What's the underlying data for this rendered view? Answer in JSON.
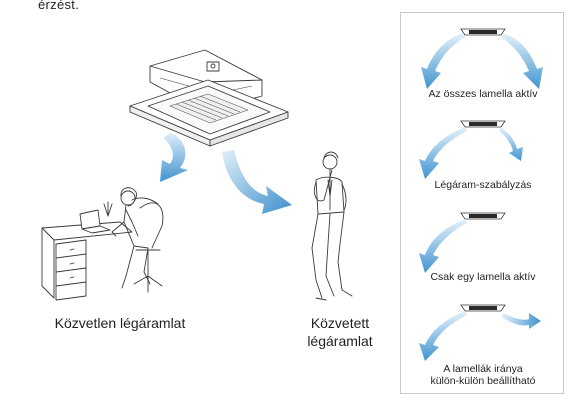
{
  "intro_fragment": "érzést.",
  "main": {
    "direct_label": "Közvetlen légáramlat",
    "indirect_label_line1": "Közvetett",
    "indirect_label_line2": "légáramlat"
  },
  "panel": {
    "items": [
      {
        "caption": "Az összes lamella aktív"
      },
      {
        "caption": "Légáram-szabályzás"
      },
      {
        "caption": "Csak egy lamella aktív"
      },
      {
        "caption_line1": "A lamellák iránya",
        "caption_line2": "külön-külön beállítható"
      }
    ]
  },
  "colors": {
    "airflow_light": "#dcedf8",
    "airflow_dark": "#3f94d0",
    "line": "#3a3a3a"
  },
  "icons": [
    "cassette-unit-icon",
    "office-woman-icon",
    "standing-man-icon",
    "airflow-arrow-icon",
    "mini-cassette-icon"
  ]
}
